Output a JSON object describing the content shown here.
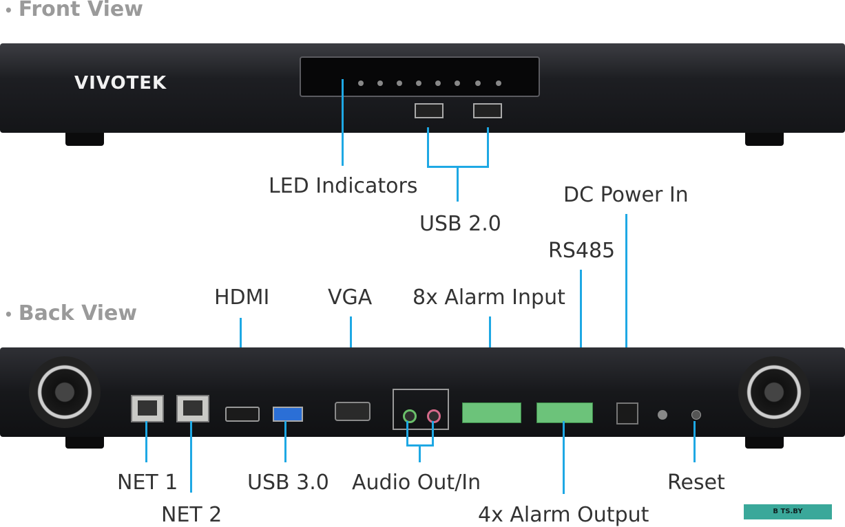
{
  "sections": {
    "front": "Front View",
    "back": "Back View"
  },
  "brand": "VIVOTEK",
  "labels": {
    "led": "LED Indicators",
    "usb2": "USB 2.0",
    "dc_power": "DC Power In",
    "rs485": "RS485",
    "hdmi": "HDMI",
    "vga": "VGA",
    "alarm_input": "8x Alarm Input",
    "net1": "NET 1",
    "net2": "NET 2",
    "usb3": "USB 3.0",
    "audio": "Audio Out/In",
    "alarm_output": "4x Alarm Output",
    "reset": "Reset"
  },
  "watermark": "B TS.BY",
  "accent_color": "#1ea8e4"
}
